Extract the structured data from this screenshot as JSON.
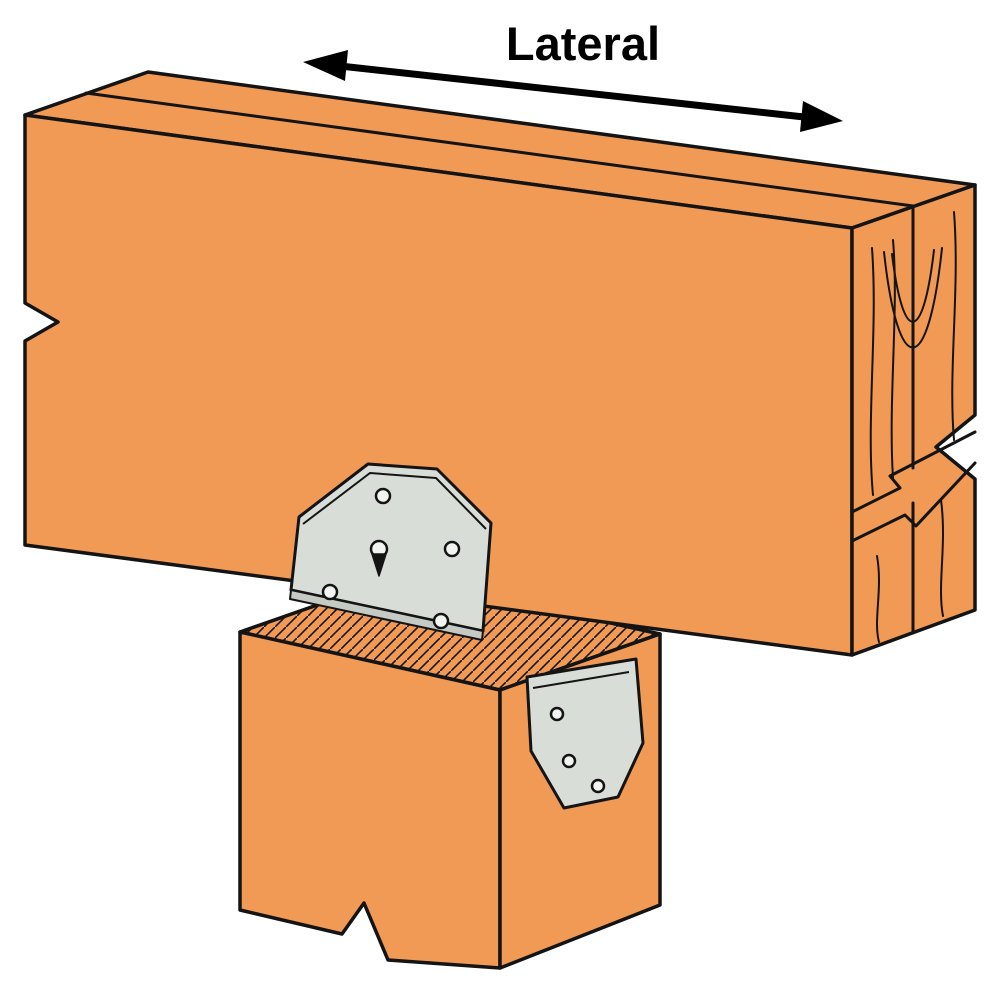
{
  "illustration": {
    "arrow_label": "Lateral",
    "parts": {
      "beam": "double-ply lumber beam",
      "post": "lumber post",
      "front_plate": "metal framing tie plate",
      "side_plate": "metal framing tie plate far side",
      "fastener": "center screw fastener",
      "break_marks": "lumber continuation break symbols"
    },
    "colors": {
      "wood": "#F09A55",
      "outline": "#141414",
      "plate": "#D9DDD8",
      "plate_shade": "#C6CAC4",
      "hole_fill": "#F2F4F1",
      "background": "#FFFFFF",
      "text": "#000000"
    }
  }
}
